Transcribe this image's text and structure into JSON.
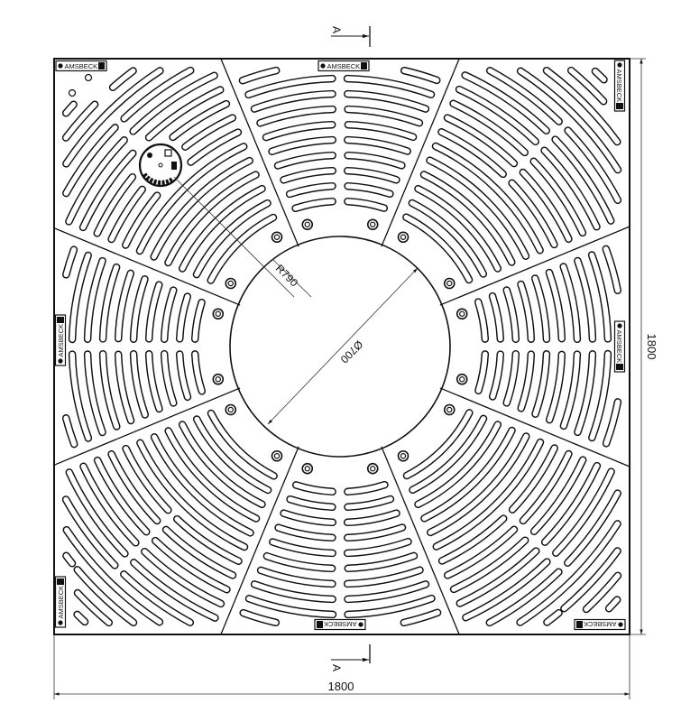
{
  "drawing": {
    "brand_label": "AMSBECK",
    "dimensions": {
      "radius_label": "R790",
      "diameter_label": "Ø700",
      "height_label": "1800",
      "width_label": "1800"
    },
    "section_marker": {
      "top_label": "A",
      "bottom_label": "A"
    }
  },
  "colors": {
    "line": "#111111",
    "background": "#ffffff"
  }
}
